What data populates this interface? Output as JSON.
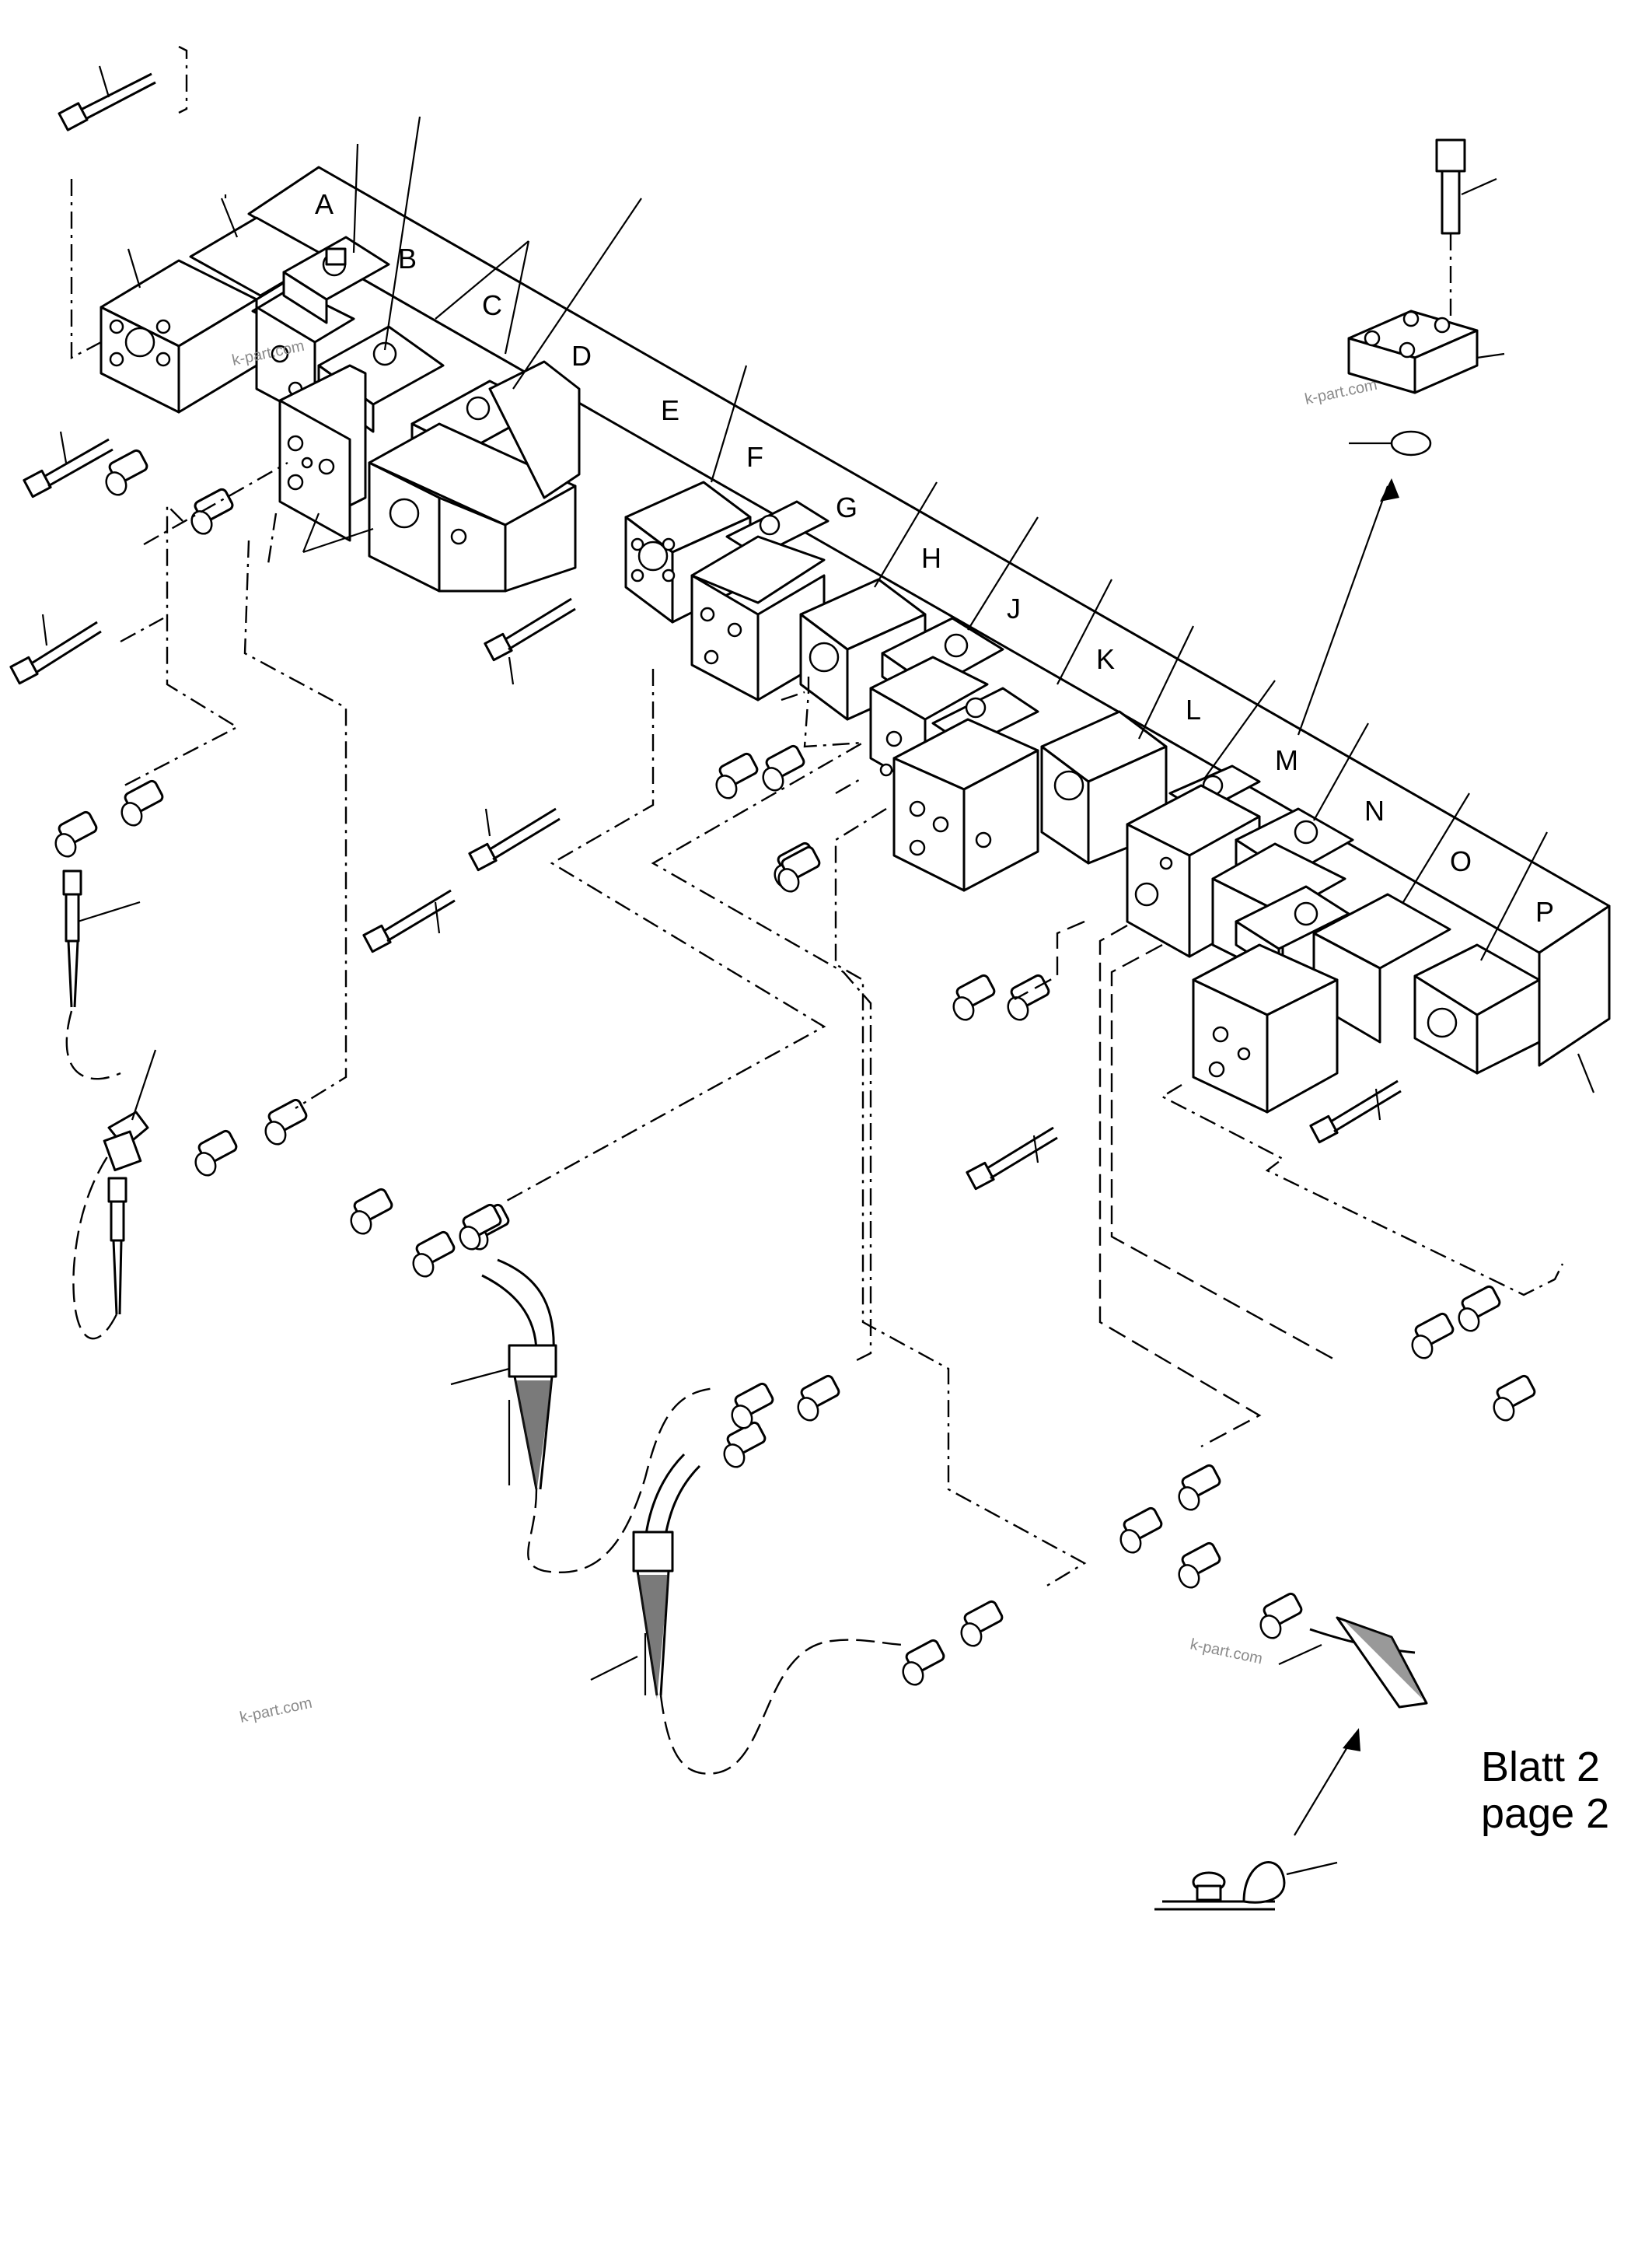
{
  "diagram": {
    "valve_sections": [
      "A",
      "B",
      "C",
      "D",
      "E",
      "F",
      "G",
      "H",
      "J",
      "K",
      "L",
      "M",
      "N",
      "O",
      "P"
    ],
    "watermark": "k-part.com",
    "sheet_note": {
      "line1": "Blatt 2",
      "line2": "page 2"
    }
  }
}
